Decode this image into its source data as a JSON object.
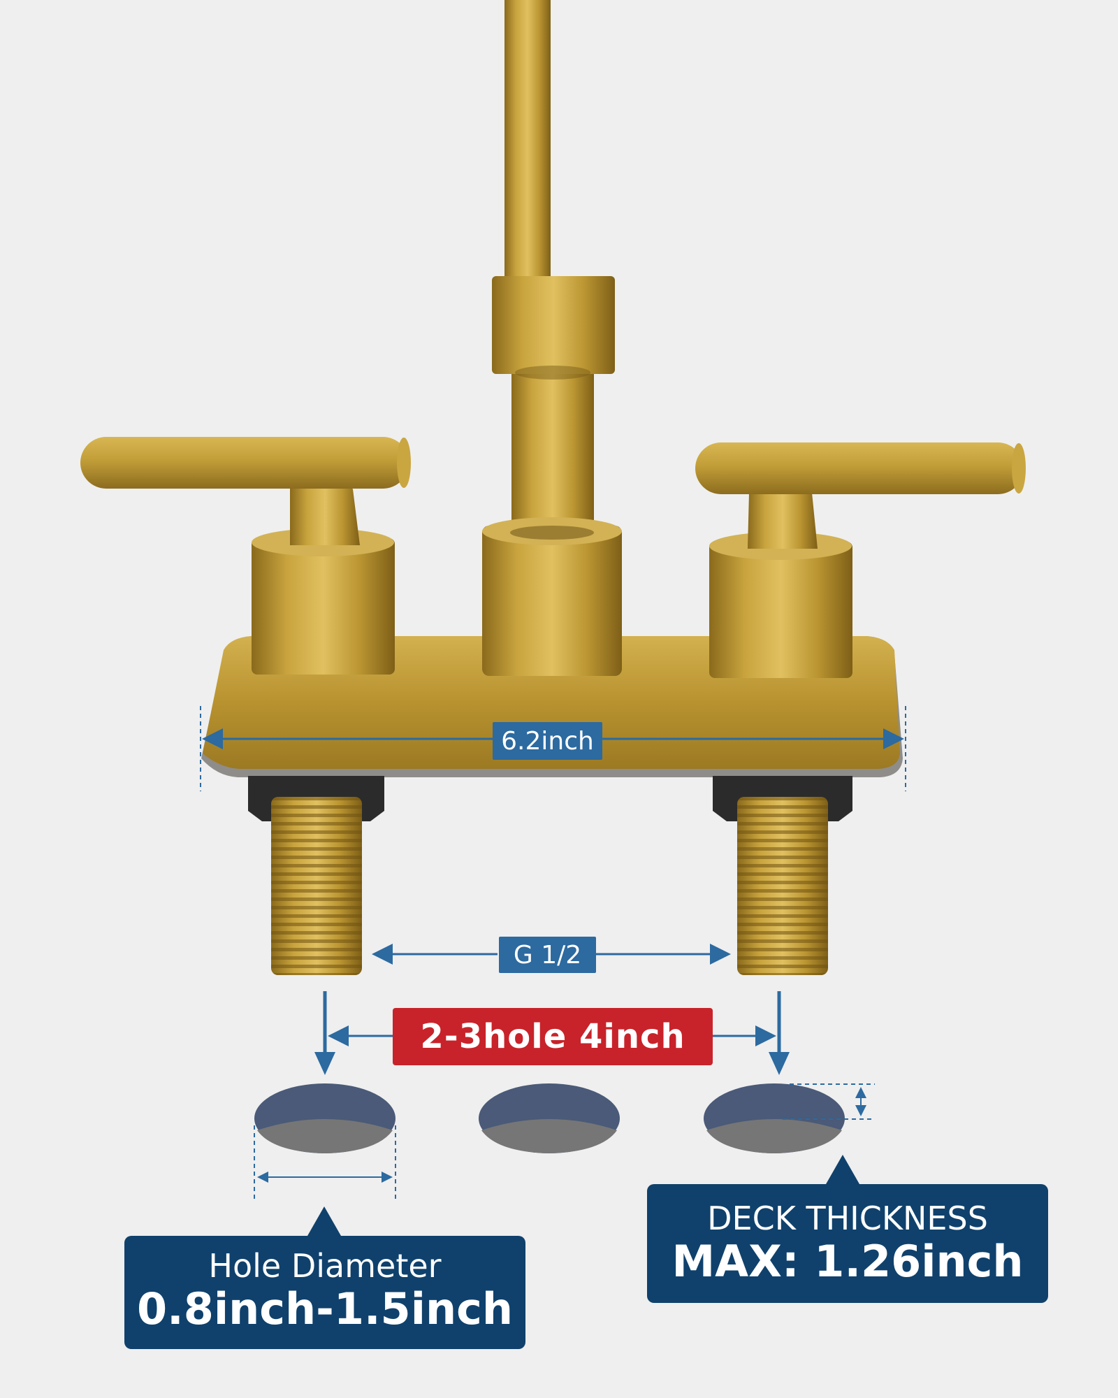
{
  "dimensions": {
    "width_label": "6.2inch",
    "thread_label": "G 1/2",
    "spacing_label": "2-3hole  4inch"
  },
  "callouts": {
    "hole_diameter": {
      "title": "Hole Diameter",
      "value": "0.8inch-1.5inch"
    },
    "deck_thickness": {
      "title": "DECK THICKNESS",
      "value": "MAX: 1.26inch"
    }
  },
  "colors": {
    "background": "#efefef",
    "brass": "#b8922f",
    "label_blue": "#2c6aa0",
    "callout_navy": "#0f416c",
    "label_red": "#c8232a",
    "hole_fill": "#4a5a78"
  }
}
